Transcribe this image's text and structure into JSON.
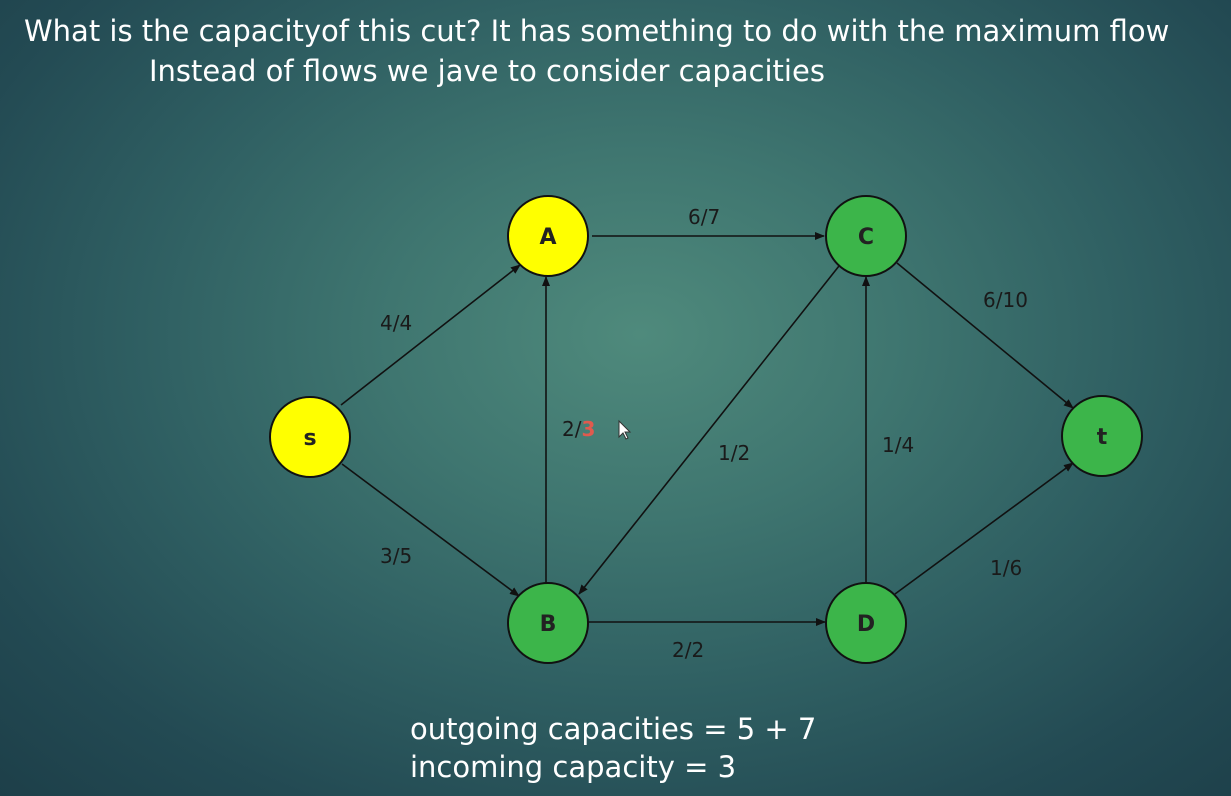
{
  "slide": {
    "title": "What is the capacityof this cut? It has something to do with the maximum flow",
    "subtitle": "Instead of flows we jave to consider capacities"
  },
  "graph": {
    "nodes": [
      {
        "id": "s",
        "label": "s",
        "color": "#ffff00"
      },
      {
        "id": "A",
        "label": "A",
        "color": "#ffff00"
      },
      {
        "id": "B",
        "label": "B",
        "color": "#3cb54a"
      },
      {
        "id": "C",
        "label": "C",
        "color": "#3cb54a"
      },
      {
        "id": "D",
        "label": "D",
        "color": "#3cb54a"
      },
      {
        "id": "t",
        "label": "t",
        "color": "#3cb54a"
      }
    ],
    "edges": [
      {
        "from": "s",
        "to": "A",
        "label": "4/4"
      },
      {
        "from": "s",
        "to": "B",
        "label": "3/5"
      },
      {
        "from": "A",
        "to": "C",
        "label": "6/7"
      },
      {
        "from": "B",
        "to": "A",
        "label_flow": "2/",
        "label_capacity": "3"
      },
      {
        "from": "C",
        "to": "B",
        "label": "1/2"
      },
      {
        "from": "D",
        "to": "C",
        "label": "1/4"
      },
      {
        "from": "B",
        "to": "D",
        "label": "2/2"
      },
      {
        "from": "C",
        "to": "t",
        "label": "6/10"
      },
      {
        "from": "D",
        "to": "t",
        "label": "1/6"
      }
    ]
  },
  "notes": {
    "outgoing": "outgoing capacities = 5 + 7",
    "incoming": "incoming capacity = 3"
  },
  "colors": {
    "cut_source_side": "#ffff00",
    "cut_sink_side": "#3cb54a",
    "highlight": "#e05a4e"
  }
}
